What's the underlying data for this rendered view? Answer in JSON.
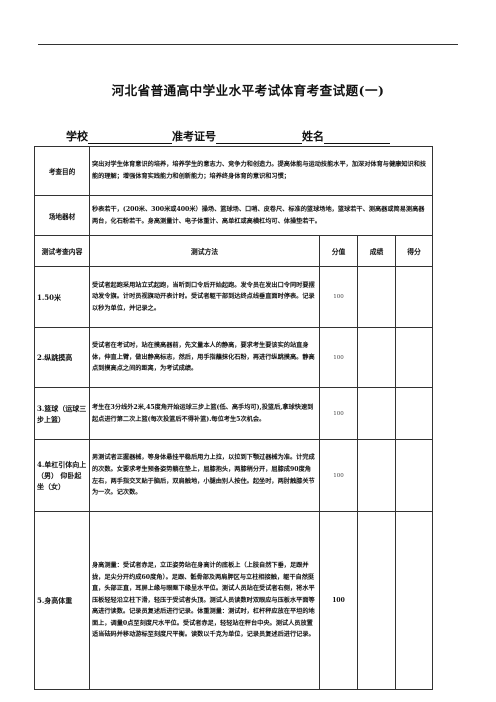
{
  "title": "河北省普通高中学业水平考试体育考查试题(一)",
  "info": {
    "school_label": "学校",
    "exam_no_label": "准考证号",
    "name_label": "姓名"
  },
  "purpose": {
    "label": "考查目的",
    "text": "突出对学生体育意识的培养，培养学生的意志力、竞争力和创造力。提高体能与运动技能水平，加深对体育与健康知识和技能的理解；增强体育实践能力和创新能力；培养终身体育的意识和习惯；"
  },
  "equipment": {
    "label": "场地器材",
    "text": "秒表若干，(200米、300米或400米）操场、篮球场、口哨、皮卷尺、标准的篮球场地，篮球若干、测高器或简易测高器两台，化石粉若干。身高测量计、电子体重计、高单杠或高横杠均可、体操垫若干。"
  },
  "columns": {
    "content": "测试考查内容",
    "method": "测试方法",
    "score": "分值",
    "result": "成绩",
    "points": "得分"
  },
  "rows": [
    {
      "item": "1.50米",
      "method": "受试者起跑采用站立式起跑，当听到口令后开始起跑。发令员在发出口令同时要摆动发令旗。计时员视旗动开表计时。受试者躯干部到达终点线垂直面时停表。记录以秒为单位，并记录之。",
      "score": "100"
    },
    {
      "item": "2.纵跳摸高",
      "method": "受试者在考试时，站在摸高器前，先文量本人的静高，要求考生要该实的站直身体，伸直上臂，做出静高标志，然后，用手指蘸抹化石粉，再进行纵跳摸高。静高点到摸高点之间的距离，为考试成绩。",
      "score": "100"
    },
    {
      "item": "3.篮球（运球三步上篮）",
      "method": "考生在3分线外2米,45度角开始运球三步上篮(低、高手均可),投篮后,拿球快速到起点进行第二次上篮(每次投篮后不得补篮).每位考生5次机会。",
      "score": "100"
    },
    {
      "item": "4.单杠引体向上（男）  仰卧起坐（女）",
      "method": "男测试者正握器械，等身体悬挂平稳后用力上拉，以拉到下颚过器械为准。计完成的次数。女要求考生预备姿势躺在垫上，屈膝抱头，两膝稍分开，屈膝成90度角左右，两手指交叉贴于脑后，双肩触地，小腿由别人按住。起坐时，两肘触膝关节为一次。记次数。",
      "score": "100"
    },
    {
      "item": "5.身高体重",
      "method": "身高测量：受试者赤足，立正姿势站在身高计的底板上（上肢自然下垂，足跟并拢，足尖分开约成60度角）。足跟、骶骨部及两肩胛区与立柱相接触，躯干自然挺直，头部正直，耳屏上缘与眼眶下缘呈水平位。测试人员站在受试者右侧，将水平压板轻轻沿立柱下滑，轻压于受试者头顶。测试人员读数时双眼应与压板水平面等高进行读数。记录员复述后进行记录。体重测量：测试时，杠杆秤应放在平坦的地面上，调量0点至刻度尺水平位。受试者赤足，轻轻站在秤台中央。测试人员放置适当砝码并移动游标至刻度尺平衡。读数以千克为单位，记录员复述后进行记录。",
      "score": "100"
    }
  ]
}
